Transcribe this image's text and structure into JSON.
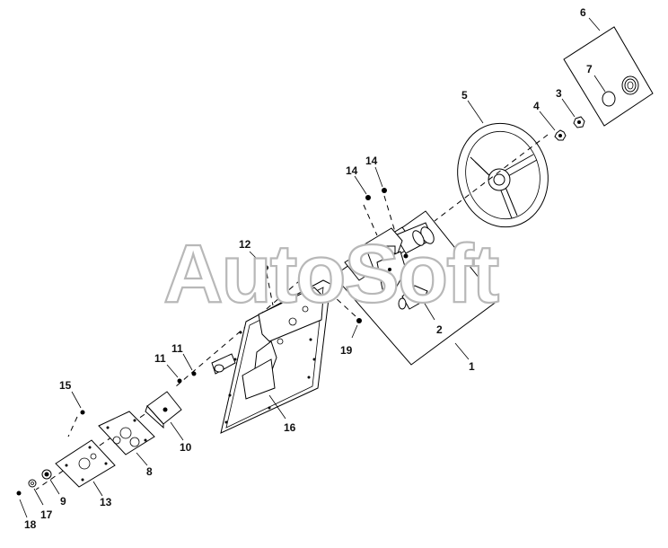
{
  "watermark": "AutoSoft",
  "callouts": [
    {
      "id": "c1",
      "label": "1"
    },
    {
      "id": "c2",
      "label": "2"
    },
    {
      "id": "c3",
      "label": "3"
    },
    {
      "id": "c4",
      "label": "4"
    },
    {
      "id": "c5",
      "label": "5"
    },
    {
      "id": "c6",
      "label": "6"
    },
    {
      "id": "c7",
      "label": "7"
    },
    {
      "id": "c8",
      "label": "8"
    },
    {
      "id": "c9",
      "label": "9"
    },
    {
      "id": "c10",
      "label": "10"
    },
    {
      "id": "c11a",
      "label": "11"
    },
    {
      "id": "c11b",
      "label": "11"
    },
    {
      "id": "c12",
      "label": "12"
    },
    {
      "id": "c13",
      "label": "13"
    },
    {
      "id": "c14a",
      "label": "14"
    },
    {
      "id": "c14b",
      "label": "14"
    },
    {
      "id": "c15",
      "label": "15"
    },
    {
      "id": "c16",
      "label": "16"
    },
    {
      "id": "c17",
      "label": "17"
    },
    {
      "id": "c18",
      "label": "18"
    },
    {
      "id": "c19",
      "label": "19"
    }
  ]
}
